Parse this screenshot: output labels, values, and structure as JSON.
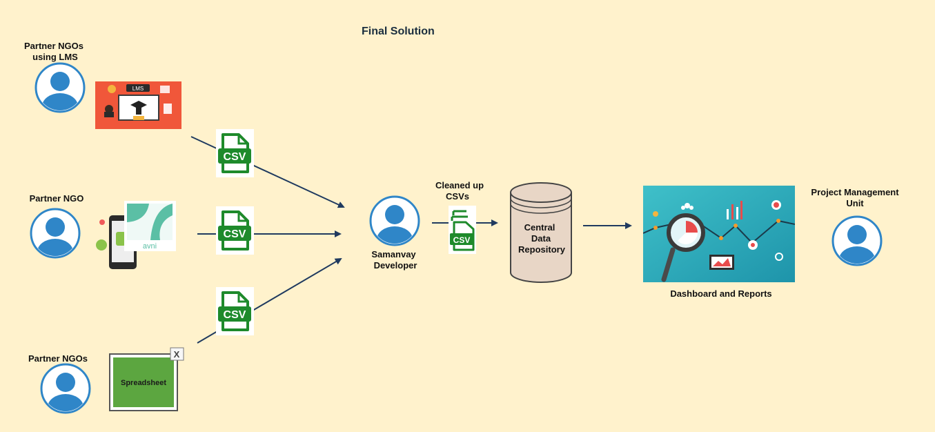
{
  "title": "Final Solution",
  "actors": {
    "lms_ngos": {
      "label_line1": "Partner NGOs",
      "label_line2": "using LMS"
    },
    "partner_ngo": {
      "label": "Partner NGO"
    },
    "spreadsheet_ngos": {
      "label": "Partner NGOs"
    },
    "developer": {
      "label_line1": "Samanvay",
      "label_line2": "Developer"
    },
    "pmu": {
      "label_line1": "Project Management",
      "label_line2": "Unit"
    }
  },
  "lms_image": {
    "badge": "LMS"
  },
  "avni_image": {
    "text": "avni"
  },
  "spreadsheet": {
    "label": "Spreadsheet"
  },
  "csv": {
    "label": "CSV"
  },
  "cleaned": {
    "line1": "Cleaned up",
    "line2": "CSVs"
  },
  "repository": {
    "line1": "Central",
    "line2": "Data",
    "line3": "Repository"
  },
  "dashboard": {
    "label": "Dashboard and Reports"
  },
  "colors": {
    "background": "#fff2cc",
    "person_blue": "#2f86c8",
    "arrow": "#1f3a5f",
    "csv_green": "#1e8a2b",
    "cylinder": "#e8d6c6",
    "lms_red": "#f0573a",
    "spreadsheet_green": "#5ca640",
    "avni_teal": "#5bbfa5",
    "dashboard_teal": "#2aa7b6"
  }
}
